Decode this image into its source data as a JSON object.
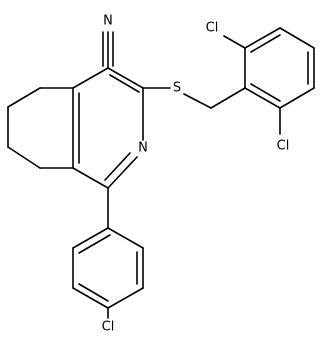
{
  "labels": {
    "nitrile_n": "N",
    "ring_n": "N",
    "sulfur": "S",
    "cl_top": "Cl",
    "cl_mid": "Cl",
    "cl_bottom": "Cl"
  }
}
